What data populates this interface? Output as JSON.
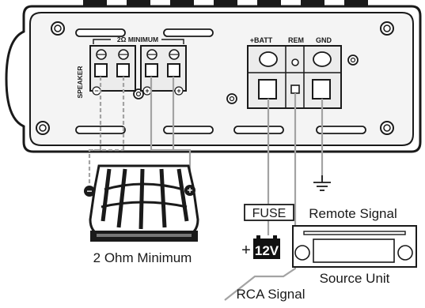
{
  "amplifier": {
    "speaker_label": "SPEAKER",
    "min_impedance_label": "2Ω MINIMUM",
    "batt_label": "+BATT",
    "rem_label": "REM",
    "gnd_label": "GND",
    "minus_sign": "−",
    "plus_sign": "+"
  },
  "subwoofer": {
    "label": "2 Ohm Minimum",
    "neg_symbol": "−",
    "pos_symbol": "+"
  },
  "fuse": {
    "label": "FUSE"
  },
  "battery": {
    "plus_symbol": "+",
    "voltage": "12V"
  },
  "remote": {
    "label": "Remote Signal"
  },
  "source_unit": {
    "label": "Source Unit"
  },
  "rca": {
    "label": "RCA Signal"
  },
  "colors": {
    "wire": "#a3a3a3",
    "body_fill": "#ececec",
    "outline": "#1a1a1a",
    "battery_fill": "#111111"
  }
}
